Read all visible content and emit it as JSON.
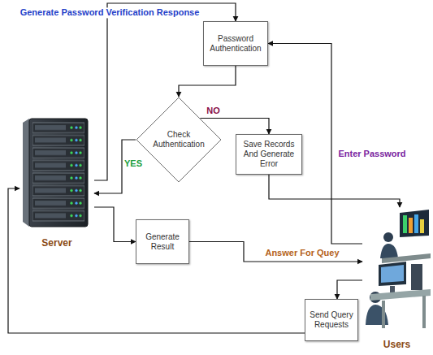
{
  "diagram": {
    "nodes": [
      {
        "text": [
          "Password Authentication"
        ]
      },
      {
        "text": [
          "Check Authentication"
        ]
      },
      {
        "text": [
          "Save Records And Generate Error"
        ]
      },
      {
        "text": [
          "Server"
        ]
      },
      {
        "text": [
          "Generate Result"
        ]
      },
      {
        "text": [
          "Users"
        ]
      },
      {
        "text": [
          "Send Query Requests"
        ]
      }
    ],
    "edges": [
      {
        "from": 3,
        "to": 0,
        "label": "Generate Password Verification Response",
        "arrow": "to"
      },
      {
        "from": 0,
        "to": 1,
        "arrow": "to"
      },
      {
        "from": 1,
        "to": 2,
        "label": "NO",
        "arrow": "to"
      },
      {
        "from": 1,
        "to": 3,
        "label": "YES",
        "arrow": "to"
      },
      {
        "from": 3,
        "to": 4,
        "arrow": "to"
      },
      {
        "from": 4,
        "to": 5,
        "label": "Answer For Quey",
        "arrow": "to"
      },
      {
        "from": 5,
        "to": 6,
        "arrow": "to"
      },
      {
        "from": 6,
        "to": 3,
        "arrow": "to"
      },
      {
        "from": 2,
        "to": 5,
        "arrow": "to"
      },
      {
        "from": 5,
        "to": 0,
        "label": "Enter Password",
        "arrow": "to"
      }
    ]
  }
}
